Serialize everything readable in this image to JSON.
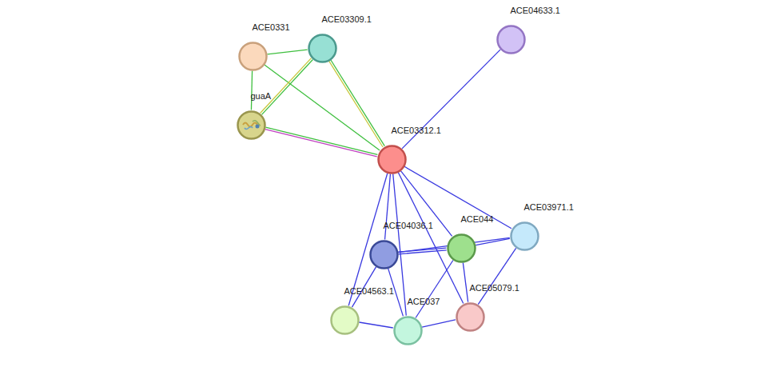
{
  "diagram": {
    "nodes": [
      {
        "text": [
          "ACE0331"
        ]
      },
      {
        "text": [
          "ACE03309.1"
        ]
      },
      {
        "text": [
          "guaA"
        ]
      },
      {
        "text": [
          "ACE03312.1"
        ]
      },
      {
        "text": [
          "ACE04633.1"
        ]
      },
      {
        "text": [
          "ACE04036.1"
        ]
      },
      {
        "text": [
          "ACE044"
        ]
      },
      {
        "text": [
          "ACE03971.1"
        ]
      },
      {
        "text": [
          "ACE04563.1"
        ]
      },
      {
        "text": [
          "ACE037"
        ]
      },
      {
        "text": [
          "ACE05079.1"
        ]
      }
    ],
    "edges": [
      {
        "from": 0,
        "to": 1,
        "arrow": "none"
      },
      {
        "from": 0,
        "to": 2,
        "arrow": "none"
      },
      {
        "from": 0,
        "to": 3,
        "arrow": "none"
      },
      {
        "from": 1,
        "to": 2,
        "arrow": "none"
      },
      {
        "from": 1,
        "to": 3,
        "arrow": "none"
      },
      {
        "from": 2,
        "to": 3,
        "arrow": "none"
      },
      {
        "from": 3,
        "to": 4,
        "arrow": "none"
      },
      {
        "from": 3,
        "to": 5,
        "arrow": "none"
      },
      {
        "from": 3,
        "to": 6,
        "arrow": "none"
      },
      {
        "from": 3,
        "to": 7,
        "arrow": "none"
      },
      {
        "from": 3,
        "to": 8,
        "arrow": "none"
      },
      {
        "from": 3,
        "to": 9,
        "arrow": "none"
      },
      {
        "from": 3,
        "to": 10,
        "arrow": "none"
      },
      {
        "from": 5,
        "to": 6,
        "arrow": "none"
      },
      {
        "from": 5,
        "to": 7,
        "arrow": "none"
      },
      {
        "from": 6,
        "to": 7,
        "arrow": "none"
      },
      {
        "from": 5,
        "to": 8,
        "arrow": "none"
      },
      {
        "from": 5,
        "to": 9,
        "arrow": "none"
      },
      {
        "from": 6,
        "to": 9,
        "arrow": "none"
      },
      {
        "from": 6,
        "to": 10,
        "arrow": "none"
      },
      {
        "from": 7,
        "to": 10,
        "arrow": "none"
      },
      {
        "from": 8,
        "to": 9,
        "arrow": "none"
      },
      {
        "from": 9,
        "to": 10,
        "arrow": "none"
      }
    ]
  }
}
